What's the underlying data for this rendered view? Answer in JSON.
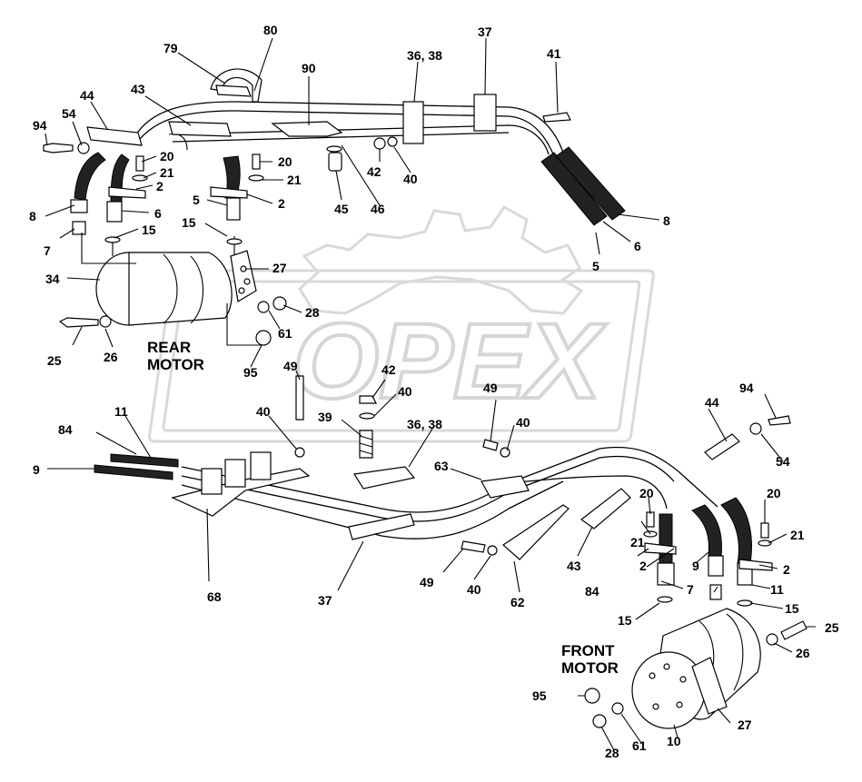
{
  "watermark": {
    "text": "OPEX"
  },
  "headings": {
    "rear_motor": [
      "REAR",
      "MOTOR"
    ],
    "front_motor": [
      "FRONT",
      "MOTOR"
    ]
  },
  "callouts": [
    {
      "id": "c80",
      "label": "80"
    },
    {
      "id": "c79",
      "label": "79"
    },
    {
      "id": "c90",
      "label": "90"
    },
    {
      "id": "c36_38_top",
      "label": "36, 38"
    },
    {
      "id": "c37_top",
      "label": "37"
    },
    {
      "id": "c41",
      "label": "41"
    },
    {
      "id": "c44_top",
      "label": "44"
    },
    {
      "id": "c43_top",
      "label": "43"
    },
    {
      "id": "c94_top",
      "label": "94"
    },
    {
      "id": "c54_top",
      "label": "54"
    },
    {
      "id": "c20_a",
      "label": "20"
    },
    {
      "id": "c21_a",
      "label": "21"
    },
    {
      "id": "c2_a",
      "label": "2"
    },
    {
      "id": "c20_b",
      "label": "20"
    },
    {
      "id": "c21_b",
      "label": "21"
    },
    {
      "id": "c2_b",
      "label": "2"
    },
    {
      "id": "c5_a",
      "label": "5"
    },
    {
      "id": "c8_a",
      "label": "8"
    },
    {
      "id": "c6_a",
      "label": "6"
    },
    {
      "id": "c15_a",
      "label": "15"
    },
    {
      "id": "c15_b",
      "label": "15"
    },
    {
      "id": "c7_a",
      "label": "7"
    },
    {
      "id": "c34",
      "label": "34"
    },
    {
      "id": "c27_a",
      "label": "27"
    },
    {
      "id": "c28_a",
      "label": "28"
    },
    {
      "id": "c61_a",
      "label": "61"
    },
    {
      "id": "c25_a",
      "label": "25"
    },
    {
      "id": "c26_a",
      "label": "26"
    },
    {
      "id": "c95_a",
      "label": "95"
    },
    {
      "id": "c45",
      "label": "45"
    },
    {
      "id": "c46",
      "label": "46"
    },
    {
      "id": "c42_a",
      "label": "42"
    },
    {
      "id": "c40_a",
      "label": "40"
    },
    {
      "id": "c8_b",
      "label": "8"
    },
    {
      "id": "c6_b",
      "label": "6"
    },
    {
      "id": "c5_b",
      "label": "5"
    },
    {
      "id": "c49_a",
      "label": "49"
    },
    {
      "id": "c42_b",
      "label": "42"
    },
    {
      "id": "c40_b",
      "label": "40"
    },
    {
      "id": "c40_c",
      "label": "40"
    },
    {
      "id": "c39",
      "label": "39"
    },
    {
      "id": "c36_38_mid",
      "label": "36, 38"
    },
    {
      "id": "c49_b",
      "label": "49"
    },
    {
      "id": "c40_d",
      "label": "40"
    },
    {
      "id": "c84_a",
      "label": "84"
    },
    {
      "id": "c11_a",
      "label": "11"
    },
    {
      "id": "c9_a",
      "label": "9"
    },
    {
      "id": "c63",
      "label": "63"
    },
    {
      "id": "c44_b",
      "label": "44"
    },
    {
      "id": "c94_b",
      "label": "94"
    },
    {
      "id": "c54_b",
      "label": "54"
    },
    {
      "id": "c68",
      "label": "68"
    },
    {
      "id": "c37_b",
      "label": "37"
    },
    {
      "id": "c49_c",
      "label": "49"
    },
    {
      "id": "c40_e",
      "label": "40"
    },
    {
      "id": "c62",
      "label": "62"
    },
    {
      "id": "c43_b",
      "label": "43"
    },
    {
      "id": "c20_c",
      "label": "20"
    },
    {
      "id": "c20_d",
      "label": "20"
    },
    {
      "id": "c21_c",
      "label": "21"
    },
    {
      "id": "c21_d",
      "label": "21"
    },
    {
      "id": "c2_c",
      "label": "2"
    },
    {
      "id": "c9_b",
      "label": "9"
    },
    {
      "id": "c2_d",
      "label": "2"
    },
    {
      "id": "c84_b",
      "label": "84"
    },
    {
      "id": "c7_b",
      "label": "7"
    },
    {
      "id": "c11_b",
      "label": "11"
    },
    {
      "id": "c15_c",
      "label": "15"
    },
    {
      "id": "c15_d",
      "label": "15"
    },
    {
      "id": "c25_b",
      "label": "25"
    },
    {
      "id": "c26_b",
      "label": "26"
    },
    {
      "id": "c95_b",
      "label": "95"
    },
    {
      "id": "c27_b",
      "label": "27"
    },
    {
      "id": "c28_b",
      "label": "28"
    },
    {
      "id": "c61_b",
      "label": "61"
    },
    {
      "id": "c10",
      "label": "10"
    }
  ]
}
